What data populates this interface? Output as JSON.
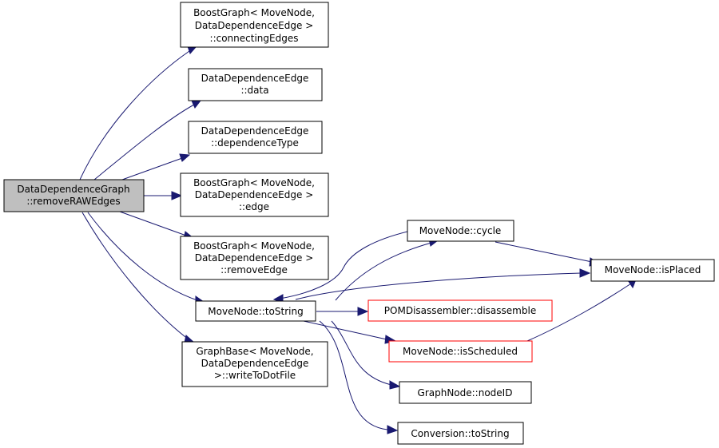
{
  "colors": {
    "edge": "#191970",
    "root_fill": "#bfbfbf",
    "node_border": "#000000",
    "incomplete_node_border": "#ff0000",
    "background": "#ffffff"
  },
  "nodes": {
    "root": {
      "lines": [
        "DataDependenceGraph",
        "::removeRAWEdges"
      ]
    },
    "connectingEdges": {
      "lines": [
        "BoostGraph< MoveNode,",
        "DataDependenceEdge >",
        "::connectingEdges"
      ]
    },
    "data": {
      "lines": [
        "DataDependenceEdge",
        "::data"
      ]
    },
    "dependenceType": {
      "lines": [
        "DataDependenceEdge",
        "::dependenceType"
      ]
    },
    "edge": {
      "lines": [
        "BoostGraph< MoveNode,",
        "DataDependenceEdge >",
        "::edge"
      ]
    },
    "removeEdge": {
      "lines": [
        "BoostGraph< MoveNode,",
        "DataDependenceEdge >",
        "::removeEdge"
      ]
    },
    "toString": {
      "lines": [
        "MoveNode::toString"
      ]
    },
    "writeToDotFile": {
      "lines": [
        "GraphBase< MoveNode,",
        "DataDependenceEdge",
        ">::writeToDotFile"
      ]
    },
    "cycle": {
      "lines": [
        "MoveNode::cycle"
      ]
    },
    "isPlaced": {
      "lines": [
        "MoveNode::isPlaced"
      ]
    },
    "disassemble": {
      "lines": [
        "POMDisassembler::disassemble"
      ]
    },
    "isScheduled": {
      "lines": [
        "MoveNode::isScheduled"
      ]
    },
    "nodeID": {
      "lines": [
        "GraphNode::nodeID"
      ]
    },
    "convToString": {
      "lines": [
        "Conversion::toString"
      ]
    }
  }
}
